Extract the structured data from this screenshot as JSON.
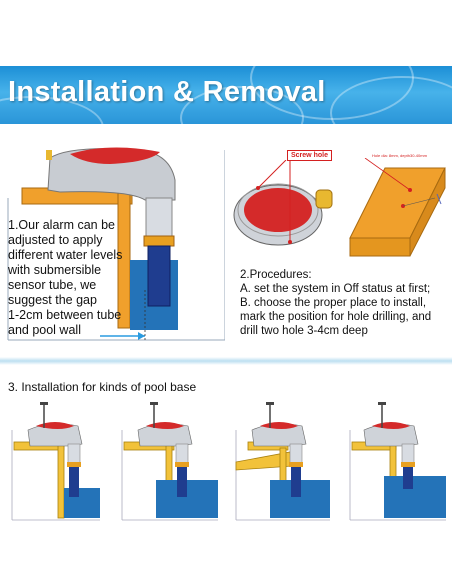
{
  "banner": {
    "title": "Installation & Removal"
  },
  "step1": {
    "lines": [
      "1.Our alarm can be",
      "adjusted to apply",
      "different water levels",
      "with submersible",
      "sensor tube, we",
      "suggest the gap",
      "1-2cm between tube",
      "and pool wall"
    ]
  },
  "step2": {
    "lines": [
      "2.Procedures:",
      "A. set the system in Off status at first;",
      "B. choose the proper place to install,",
      "mark the position for hole drilling, and",
      "drill two hole 3-4cm deep"
    ]
  },
  "callouts": {
    "screw_hole": "Screw hole",
    "hole_spec": "Hole dia: 8mm, depth30-40mm"
  },
  "step3": {
    "title": "3. Installation for kinds of pool base"
  },
  "colors": {
    "banner_blue": "#2a9be0",
    "wood_orange": "#f0a02c",
    "pool_blue": "#2473b8",
    "device_red": "#d42a2a",
    "ledge_yellow": "#f2c23a"
  }
}
